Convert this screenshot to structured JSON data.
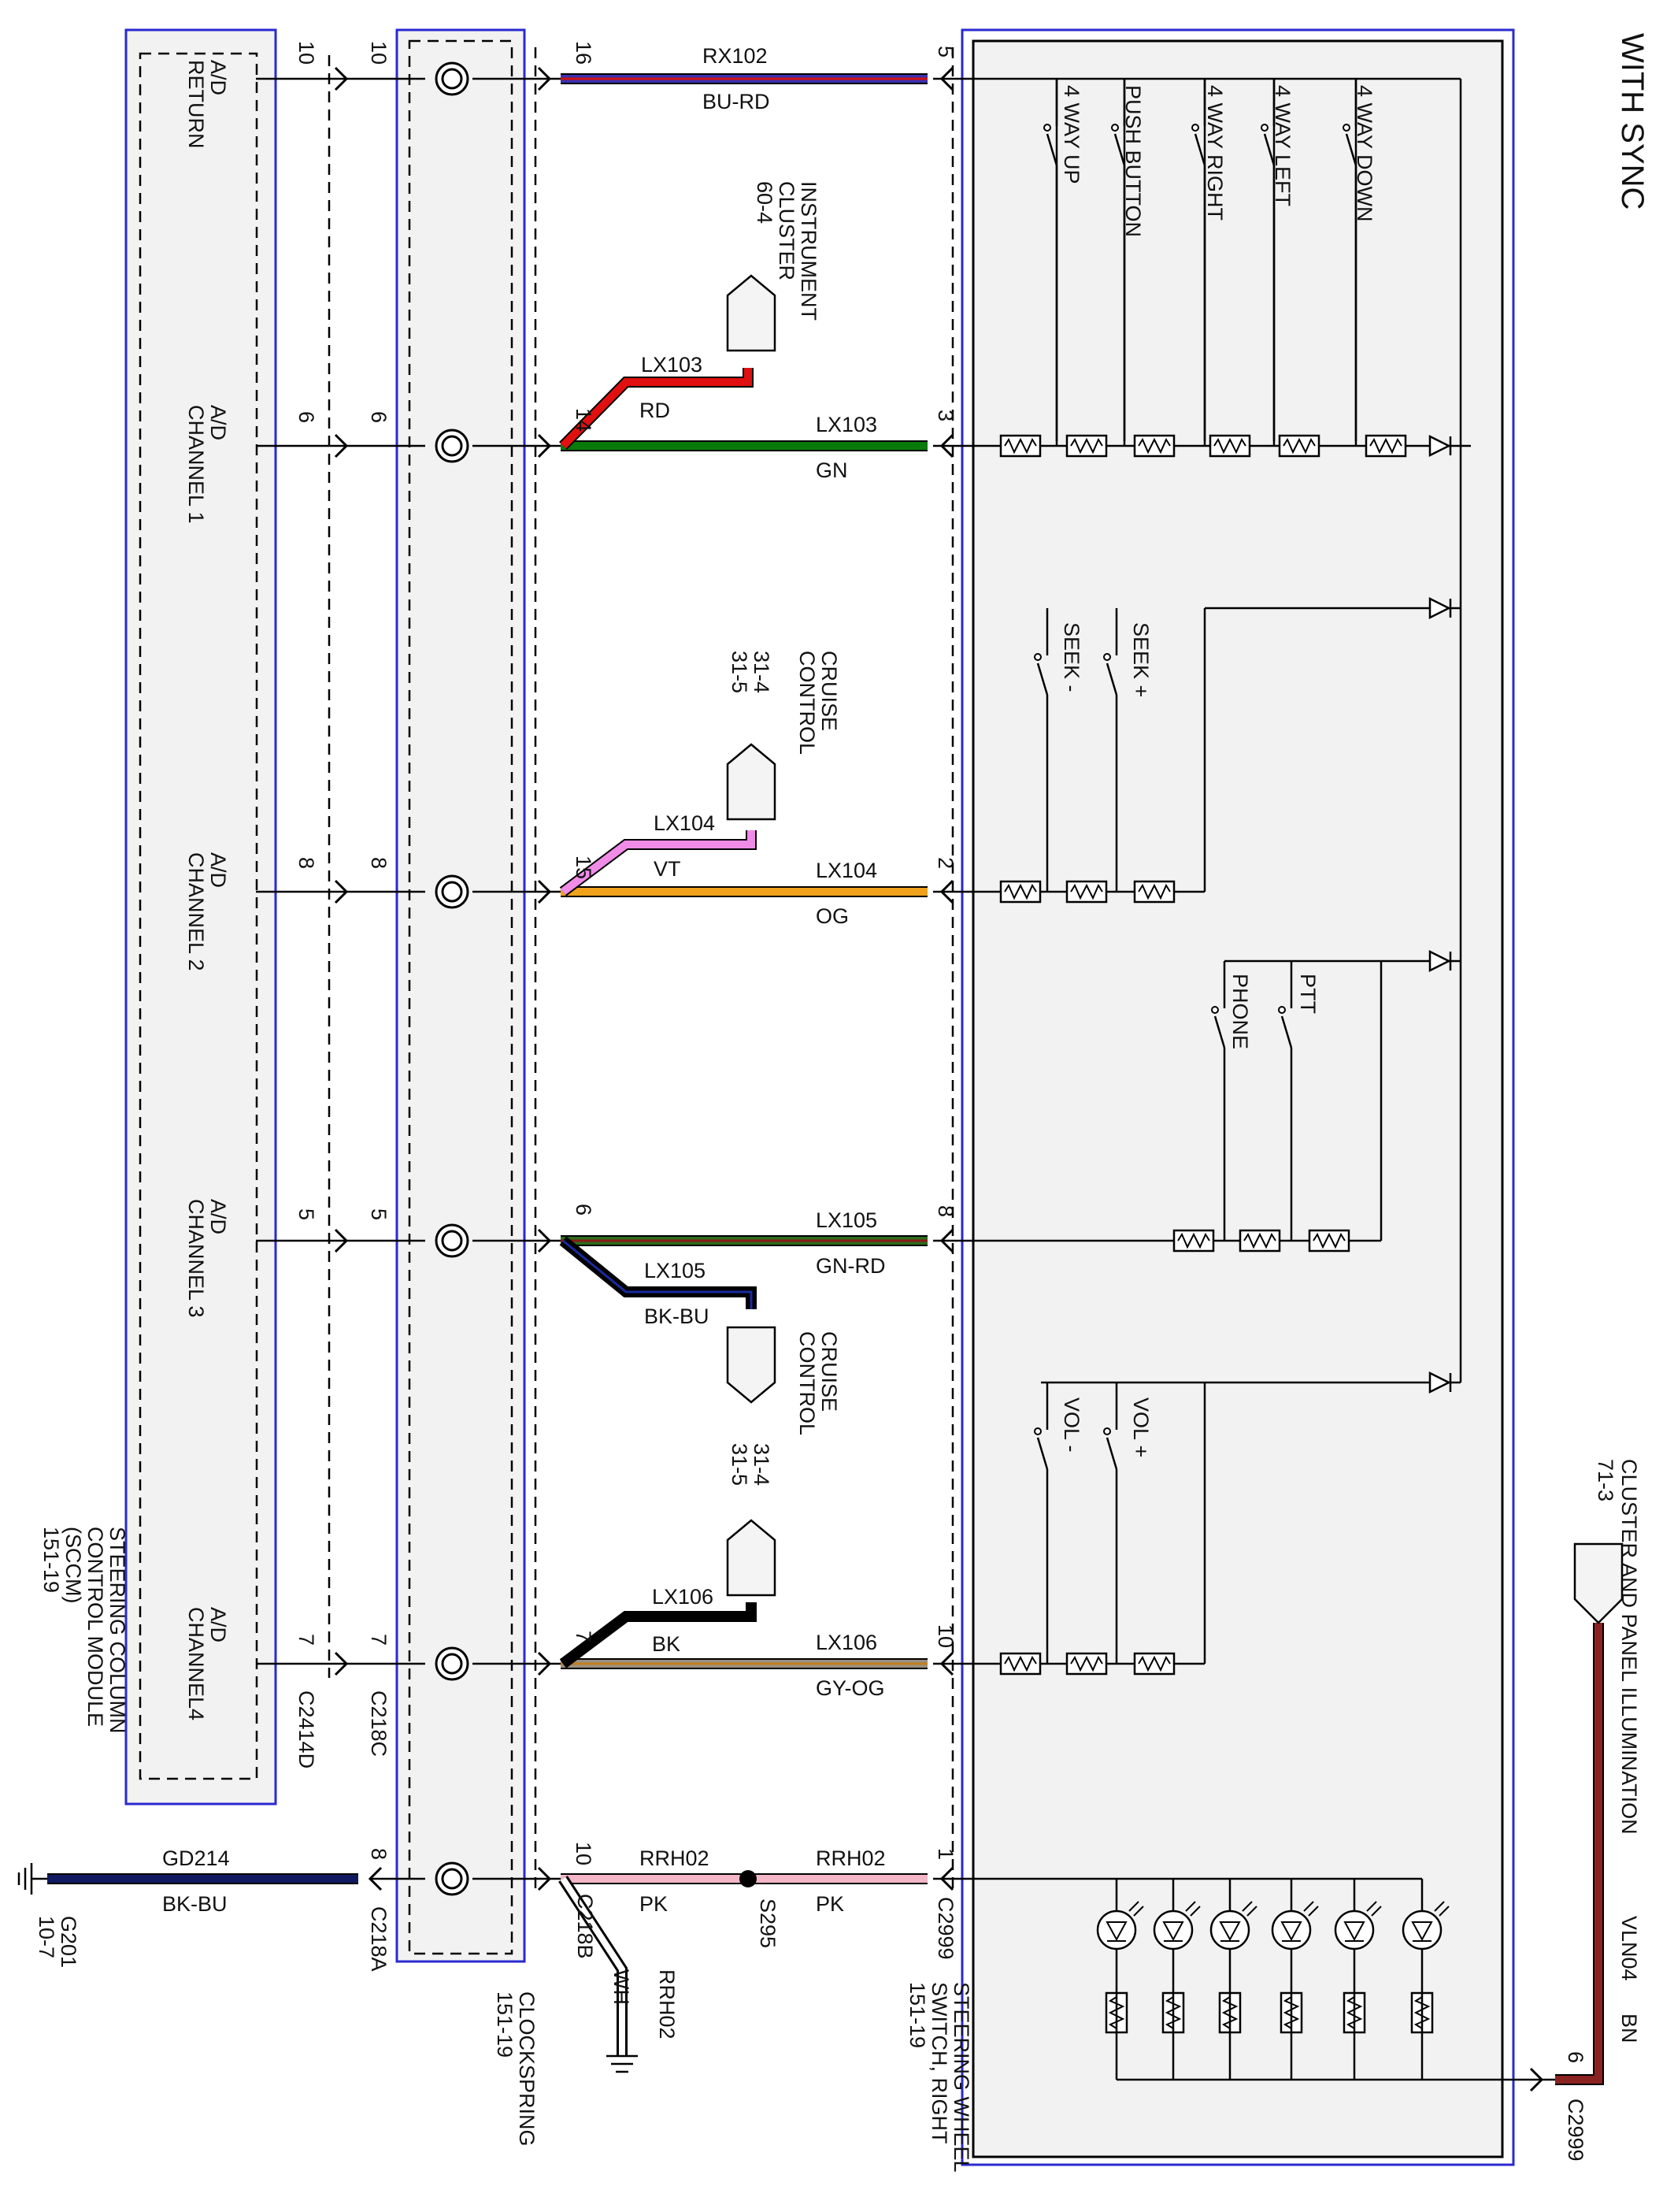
{
  "header": {
    "title": "WITH SYNC"
  },
  "sccm": {
    "name": [
      "STEERING COLUMN",
      "CONTROL MODULE",
      "(SCCM)",
      "151-19"
    ],
    "connector": "C2414D",
    "pins": [
      {
        "label": [
          "A/D",
          "RETURN"
        ],
        "pin": "10"
      },
      {
        "label": [
          "A/D",
          "CHANNEL 1"
        ],
        "pin": "6"
      },
      {
        "label": [
          "A/D",
          "CHANNEL 2"
        ],
        "pin": "8"
      },
      {
        "label": [
          "A/D",
          "CHANNEL 3"
        ],
        "pin": "5"
      },
      {
        "label": [
          "A/D",
          "CHANNEL4"
        ],
        "pin": "7"
      }
    ]
  },
  "clockspring": {
    "name": [
      "CLOCKSPRING",
      "151-19"
    ],
    "connector_left": "C218C",
    "pins_left": [
      "10",
      "6",
      "8",
      "5",
      "7"
    ],
    "connector_a": "C218A",
    "connector_b": "C218B",
    "pin_a": "8",
    "pins_right": [
      "16",
      "14",
      "15",
      "6",
      "7",
      "10"
    ]
  },
  "switch": {
    "name": [
      "STEERING WHEEL",
      "SWITCH, RIGHT",
      "151-19"
    ],
    "connector": "C2999",
    "connector_illum": "C2999",
    "pins": [
      "5",
      "3",
      "2",
      "8",
      "10",
      "1"
    ],
    "illum_pin": "6",
    "buttons": [
      "4 WAY UP",
      "PUSH BUTTON",
      "4 WAY RIGHT",
      "4 WAY LEFT",
      "4 WAY DOWN",
      "SEEK -",
      "SEEK +",
      "PHONE",
      "PTT",
      "VOL -",
      "VOL +"
    ]
  },
  "wires": [
    {
      "circuit": "RX102",
      "color": "BU-RD",
      "stroke": "#3a2fb0",
      "stripe": "#d01010"
    },
    {
      "circuit": "LX103",
      "color": "GN",
      "stroke": "#0a7a0a",
      "stripe": ""
    },
    {
      "circuit": "LX104",
      "color": "OG",
      "stroke": "#f0a21c",
      "stripe": ""
    },
    {
      "circuit": "LX105",
      "color": "GN-RD",
      "stroke": "#2d6b1a",
      "stripe": "#8a1a1a"
    },
    {
      "circuit": "LX106",
      "color": "GY-OG",
      "stroke": "#9a9080",
      "stripe": "#c08020"
    },
    {
      "circuit": "RRH02",
      "color": "PK",
      "stroke": "#f2b6c6",
      "stripe": ""
    }
  ],
  "branches": [
    {
      "circuit": "LX103",
      "color": "RD",
      "stroke": "#e01010",
      "stripe": "",
      "dest": [
        "INSTRUMENT",
        "CLUSTER",
        "60-4"
      ]
    },
    {
      "circuit": "LX104",
      "color": "VT",
      "stroke": "#f08ce8",
      "stripe": "",
      "dest": [
        "CRUISE",
        "CONTROL",
        "31-4",
        "31-5"
      ]
    },
    {
      "circuit": "LX105",
      "color": "BK-BU",
      "stroke": "#000000",
      "stripe": "#1a2aa0",
      "dest": [
        "CRUISE",
        "CONTROL",
        "31-4",
        "31-5"
      ]
    },
    {
      "circuit": "LX106",
      "color": "BK",
      "stroke": "#000000",
      "stripe": "",
      "dest": []
    }
  ],
  "rrh_branch": {
    "circuit": "RRH02",
    "color": "WH"
  },
  "splice": "S295",
  "ground": {
    "circuit": "GD214",
    "color": "BK-BU",
    "stroke": "#101a60",
    "name": [
      "G201",
      "10-7"
    ]
  },
  "illumination": {
    "circuit": "VLN04",
    "color": "BN",
    "stroke": "#8a2222",
    "name": [
      "CLUSTER AND PANEL ILLUMINATION",
      "71-3"
    ]
  }
}
